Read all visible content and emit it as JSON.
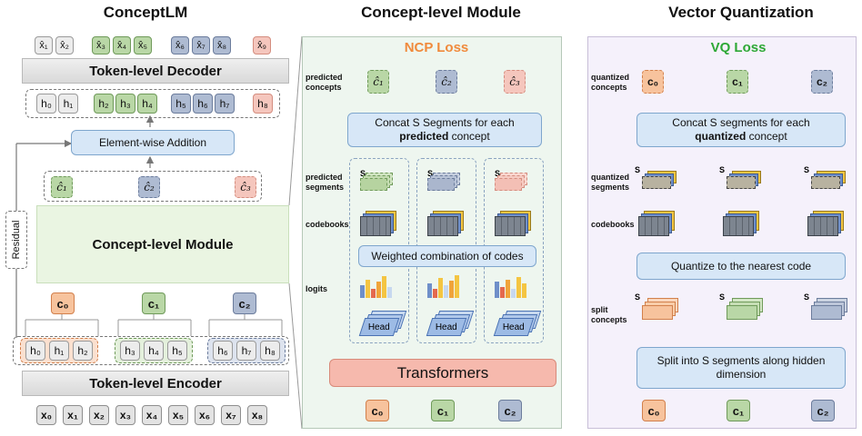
{
  "panels": {
    "left_title": "ConceptLM",
    "middle_title": "Concept-level Module",
    "right_title": "Vector Quantization"
  },
  "left": {
    "decoder_outputs": [
      "x̂₁",
      "x̂₂",
      "x̂₃",
      "x̂₄",
      "x̂₅",
      "x̂₆",
      "x̂₇",
      "x̂₈",
      "x̂₉"
    ],
    "decoder_label": "Token-level Decoder",
    "hidden_top": [
      "h₀",
      "h₁",
      "h₂",
      "h₃",
      "h₄",
      "h₅",
      "h₆",
      "h₇",
      "h₈"
    ],
    "addition_label": "Element-wise Addition",
    "pred_concepts": [
      "ĉ₁",
      "ĉ₂",
      "ĉ₃"
    ],
    "residual_label": "Residual",
    "module_label": "Concept-level Module",
    "concepts": [
      "c₀",
      "c₁",
      "c₂"
    ],
    "hidden_bottom": [
      "h₀",
      "h₁",
      "h₂",
      "h₃",
      "h₄",
      "h₅",
      "h₆",
      "h₇",
      "h₈"
    ],
    "encoder_label": "Token-level Encoder",
    "inputs": [
      "x₀",
      "x₁",
      "x₂",
      "x₃",
      "x₄",
      "x₅",
      "x₆",
      "x₇",
      "x₈"
    ]
  },
  "middle": {
    "loss_label": "NCP Loss",
    "predicted_concepts_label": "predicted concepts",
    "pred_concepts": [
      "ĉ₁",
      "ĉ₂",
      "ĉ₃"
    ],
    "concat_pre": "Concat S Segments for each",
    "concat_bold": "predicted",
    "concat_post": "concept",
    "predicted_segments_label": "predicted segments",
    "s_label": "S",
    "codebooks_label": "codebooks",
    "weighted_label": "Weighted combination of codes",
    "logits_label": "logits",
    "head_label": "Head",
    "transformers_label": "Transformers",
    "concepts": [
      "c₀",
      "c₁",
      "c₂"
    ]
  },
  "right": {
    "loss_label": "VQ Loss",
    "quantized_concepts_label": "quantized concepts",
    "quant_concepts": [
      "c₀",
      "c₁",
      "c₂"
    ],
    "concat_pre": "Concat S segments for each",
    "concat_bold": "quantized",
    "concat_post": "concept",
    "quantized_segments_label": "quantized segments",
    "s_label": "S",
    "codebooks_label": "codebooks",
    "quantize_label": "Quantize to the nearest code",
    "split_concepts_label": "split concepts",
    "split_label": "Split into S segments along hidden dimension",
    "concepts": [
      "c₀",
      "c₁",
      "c₂"
    ]
  },
  "colors": {
    "green": "#b9d7a6",
    "blue": "#aebbd2",
    "pink": "#f5c6bd",
    "orange": "#f7c39d",
    "ncp_loss": "#f08a3c",
    "vq_loss": "#2ea836",
    "transformers": "#f6b9ad",
    "light_blue": "#d7e7f7"
  }
}
